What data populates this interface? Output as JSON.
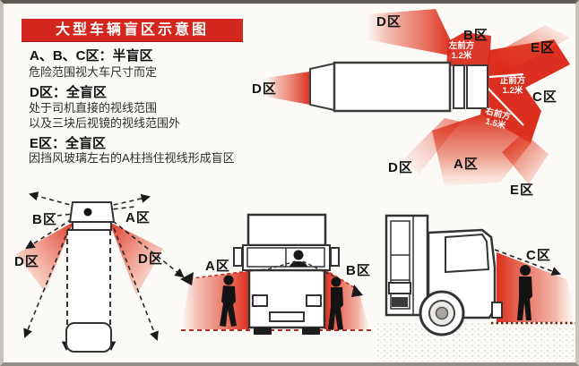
{
  "title": "大型车辆盲区示意图",
  "colors": {
    "banner_red": "#d2261e",
    "zone_red": "#da2413",
    "text": "#141414"
  },
  "legend": {
    "groups": [
      {
        "head": "A、B、C区：半盲区",
        "lines": [
          "危险范围视大车尺寸而定"
        ]
      },
      {
        "head": "D区：全盲区",
        "lines": [
          "处于司机直接的视线范围",
          "以及三块后视镜的视线范围外"
        ]
      },
      {
        "head": "E区：全盲区",
        "lines": [
          "因挡风玻璃左右的A柱挡住视线形成盲区"
        ]
      }
    ]
  },
  "top_view": {
    "labels": {
      "d_rear": "D区",
      "d_top": "D区",
      "b": "B区",
      "e_top": "E区",
      "c": "C区",
      "d_bottom": "D区",
      "a": "A区",
      "e_bottom": "E区"
    },
    "distances": {
      "left_front": {
        "dir": "左前方",
        "val": "1.2米"
      },
      "front": {
        "dir": "正前方",
        "val": "1.2米"
      },
      "right_front": {
        "dir": "右前方",
        "val": "1.5米"
      }
    }
  },
  "overhead_view": {
    "labels": {
      "b": "B区",
      "a": "A区",
      "d_left": "D区",
      "d_right": "D区"
    }
  },
  "front_view": {
    "labels": {
      "a": "A区",
      "b": "B区"
    }
  },
  "side_view": {
    "labels": {
      "c": "C区"
    }
  }
}
